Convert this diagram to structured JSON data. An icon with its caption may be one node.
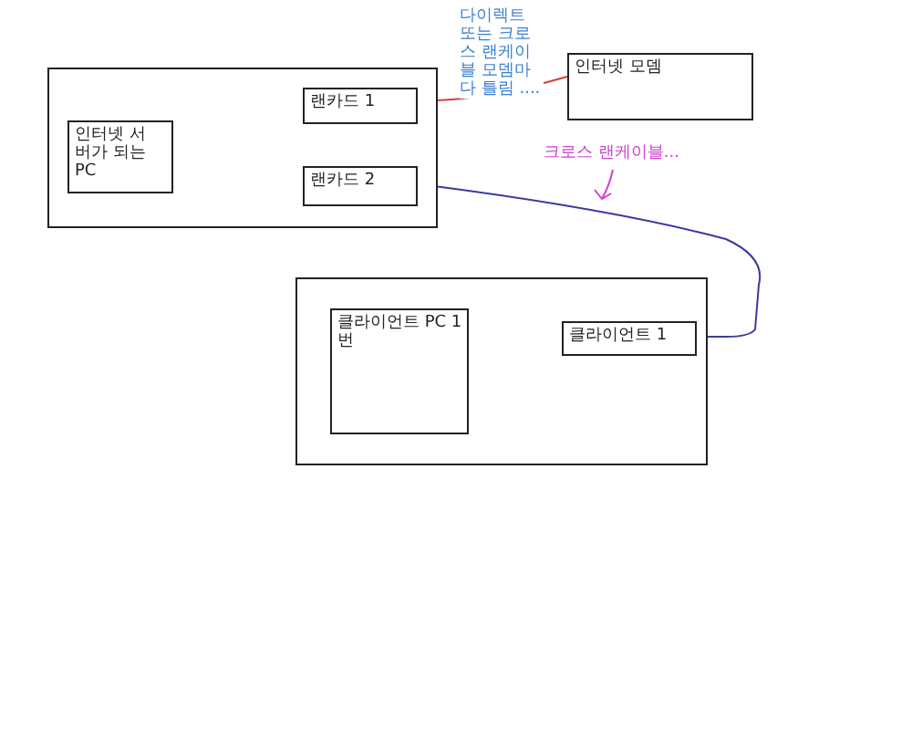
{
  "diagram": {
    "nodes": [
      {
        "text": [],
        "shape": "box"
      },
      {
        "text": [
          "인터넷 서버가 되는 PC"
        ],
        "in": 0
      },
      {
        "text": [
          "랜카드 1"
        ],
        "in": 0
      },
      {
        "text": [
          "랜카드 2"
        ],
        "in": 0
      },
      {
        "text": [
          "인터넷 모뎀"
        ]
      },
      {
        "text": [],
        "shape": "box"
      },
      {
        "text": [
          "클라이언트 PC 1번"
        ],
        "in": 5
      },
      {
        "text": [
          "클라이언트 1"
        ],
        "in": 5
      }
    ],
    "edges": [
      {
        "from": 2,
        "to": 4,
        "arrow": "none",
        "color": "#d04040",
        "label": "다이렉트 또는 크로스 랜케이블 모뎀마다 틀림 ...."
      },
      {
        "from": 3,
        "to": 7,
        "arrow": "none",
        "color": "#3a3aa0",
        "label": "크로스 랜케이블..."
      }
    ]
  }
}
